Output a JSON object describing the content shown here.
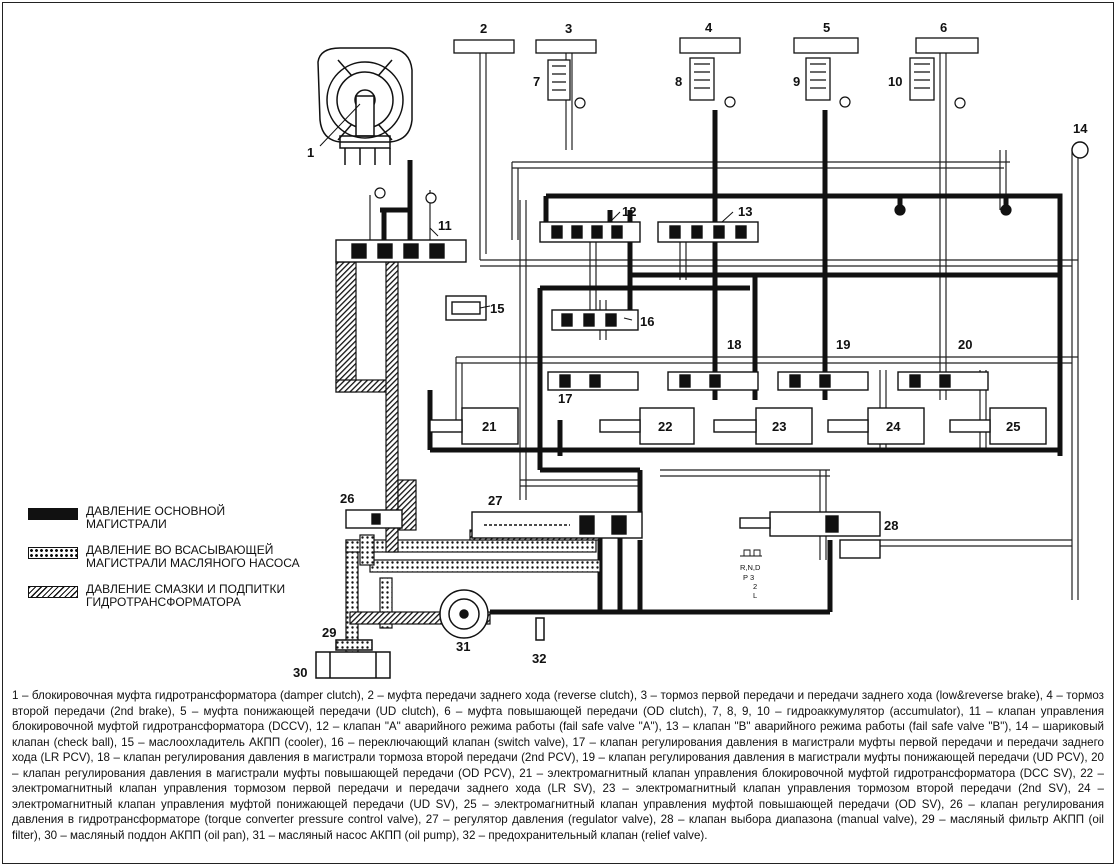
{
  "labels": {
    "n1": "1",
    "n2": "2",
    "n3": "3",
    "n4": "4",
    "n5": "5",
    "n6": "6",
    "n7": "7",
    "n8": "8",
    "n9": "9",
    "n10": "10",
    "n11": "11",
    "n12": "12",
    "n13": "13",
    "n14": "14",
    "n15": "15",
    "n16": "16",
    "n17": "17",
    "n18": "18",
    "n19": "19",
    "n20": "20",
    "n21": "21",
    "n22": "22",
    "n23": "23",
    "n24": "24",
    "n25": "25",
    "n26": "26",
    "n27": "27",
    "n28": "28",
    "n29": "29",
    "n30": "30",
    "n31": "31",
    "n32": "32"
  },
  "selector": [
    "R,N,D",
    "P 3",
    "2",
    "L"
  ],
  "legend": [
    {
      "text": "ДАВЛЕНИЕ ОСНОВНОЙ\nМАГИСТРАЛИ",
      "style": "main"
    },
    {
      "text": "ДАВЛЕНИЕ ВО ВСАСЫВАЮЩЕЙ\nМАГИСТРАЛИ МАСЛЯНОГО НАСОСА",
      "style": "suction"
    },
    {
      "text": "ДАВЛЕНИЕ СМАЗКИ И ПОДПИТКИ\nГИДРОТРАНСФОРМАТОРА",
      "style": "lube"
    }
  ],
  "caption": "1 – блокировочная муфта гидротрансформатора (damper clutch), 2 – муфта передачи заднего хода (reverse clutch), 3 – тормоз первой передачи и передачи заднего хода (low&reverse brake), 4 – тормоз второй передачи (2nd brake), 5 – муфта понижающей передачи (UD clutch), 6 – муфта повышающей передачи (OD clutch), 7, 8, 9, 10 – гидроаккумулятор (accumulator), 11 – клапан управления блокировочной муфтой гидротрансформатора (DCCV), 12 – клапан \"A\" аварийного режима работы (fail safe valve \"A\"), 13 – клапан \"B\" аварийного режима работы (fail safe valve \"B\"), 14 – шариковый клапан (check ball), 15 – маслоохладитель АКПП (cooler), 16 – переключающий клапан (switch valve), 17 – клапан регулирования давления в магистрали муфты первой передачи и передачи заднего хода (LR PCV), 18 – клапан регулирования давления в магистрали тормоза второй передачи (2nd PCV), 19 – клапан регулирования давления в магистрали муфты понижающей передачи (UD PCV), 20 – клапан регулирования давления в магистрали муфты повышающей передачи (OD PCV), 21 – электромагнитный клапан управления блокировочной муфтой гидротрансформатора (DCC SV), 22 – электромагнитный клапан управления тормозом первой передачи и передачи заднего хода (LR SV), 23 – электромагнитный клапан управления тормозом второй передачи (2nd SV), 24 – электромагнитный клапан управления муфтой понижающей передачи (UD SV), 25 – электромагнитный клапан управления муфтой повышающей передачи (OD SV), 26 – клапан регулирования давления в гидротрансформаторе (torque converter pressure control valve), 27 – регулятор давления (regulator valve), 28 – клапан выбора диапазона (manual valve), 29 – масляный фильтр АКПП (oil filter), 30 – масляный поддон АКПП (oil pan), 31 – масляный насос АКПП (oil pump), 32 – предохранительный клапан (relief valve)."
}
